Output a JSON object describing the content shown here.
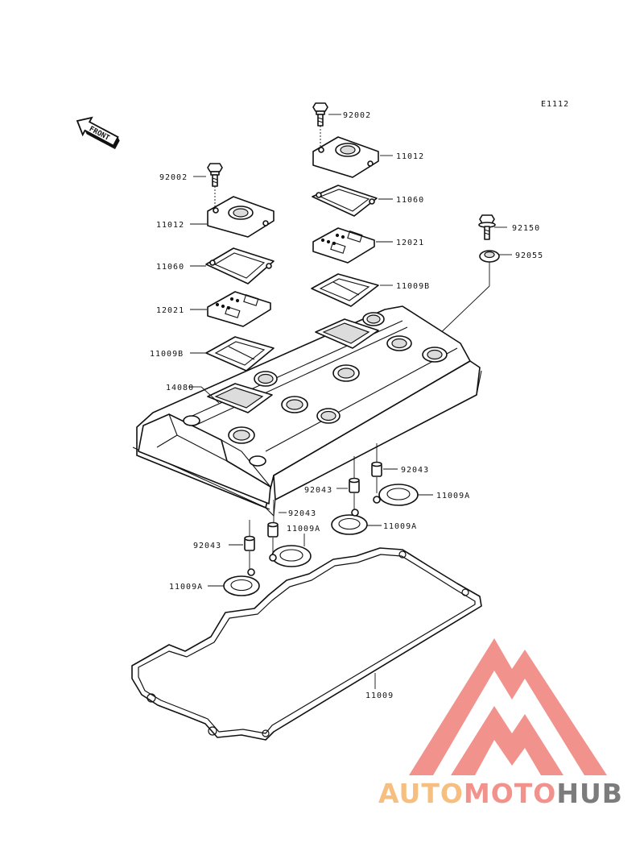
{
  "diagram": {
    "code": "E1112",
    "front_label": "FRONT",
    "labels": {
      "bolt_top": "92002",
      "cover_plate_top": "11012",
      "gasket_top": "11060",
      "plate_top": "12021",
      "gasket_b_top": "11009B",
      "bolt_left": "92002",
      "cover_plate_left": "11012",
      "gasket_left": "11060",
      "plate_left": "12021",
      "gasket_b_left": "11009B",
      "bolt_right": "92150",
      "washer_right": "92055",
      "head_cover": "14080",
      "dowel_1": "92043",
      "dowel_2": "92043",
      "dowel_3": "92043",
      "dowel_4": "92043",
      "ring_1": "11009A",
      "ring_2": "11009A",
      "ring_3": "11009A",
      "ring_4": "11009A",
      "main_gasket": "11009"
    }
  },
  "watermark": {
    "brand_part1": "AUTO",
    "brand_part2": "MOTO",
    "brand_part3": "HUB",
    "color_orange": "#f5b56b",
    "color_red": "#f0807a",
    "color_gray": "#666666"
  }
}
